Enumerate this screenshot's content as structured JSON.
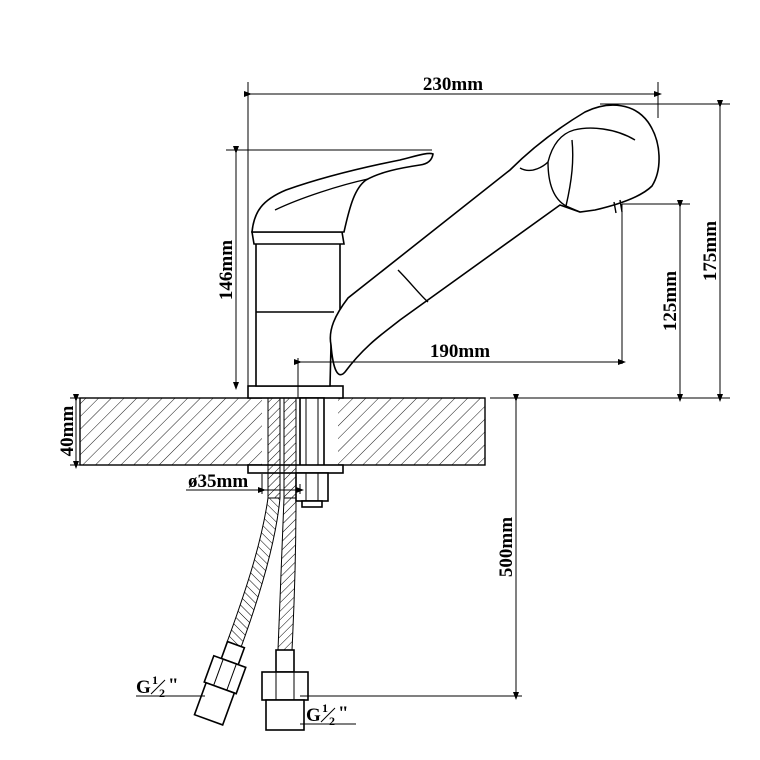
{
  "dimensions": {
    "overall_width": "230mm",
    "overall_height": "175mm",
    "body_height": "146mm",
    "spout_height": "125mm",
    "spout_reach": "190mm",
    "deck_thickness": "40mm",
    "hole_diameter": "ø35mm",
    "hose_length": "500mm",
    "thread_left_prefix": "G",
    "thread_left_num": "1",
    "thread_left_den": "2",
    "thread_left_suffix": "\"",
    "thread_right_prefix": "G",
    "thread_right_num": "1",
    "thread_right_den": "2",
    "thread_right_suffix": "\""
  },
  "colors": {
    "line": "#000000",
    "background": "#ffffff"
  }
}
